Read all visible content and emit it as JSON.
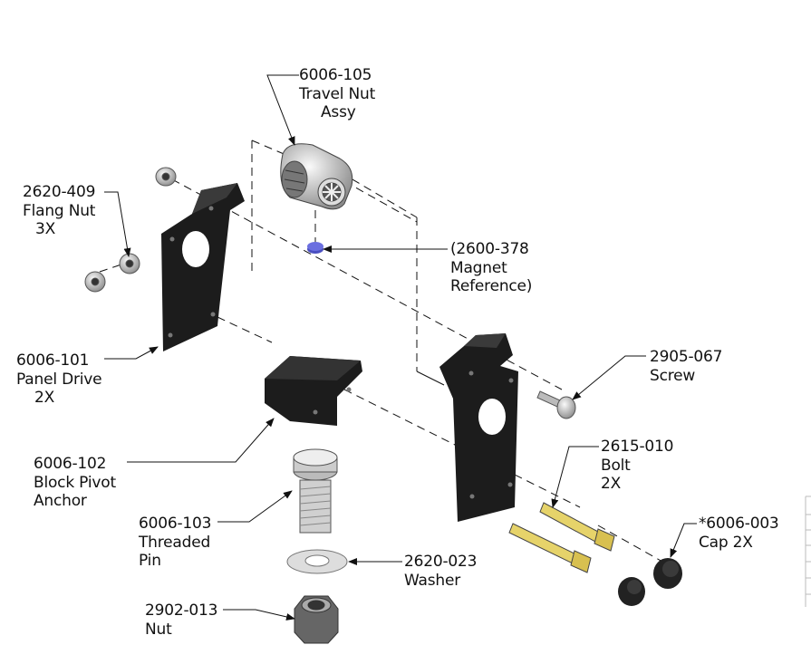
{
  "callouts": {
    "travel_nut": {
      "part": "6006-105",
      "line2": "Travel Nut",
      "line3": "Assy"
    },
    "flange_nut": {
      "part": "2620-409",
      "line2": "Flang Nut",
      "line3": "3X"
    },
    "magnet": {
      "part": "(2600-378",
      "line2": "Magnet",
      "line3": "Reference)"
    },
    "panel_drive": {
      "part": "6006-101",
      "line2": "Panel Drive",
      "line3": "2X"
    },
    "screw": {
      "part": "2905-067",
      "line2": "Screw"
    },
    "bolt": {
      "part": "2615-010",
      "line2": "Bolt",
      "line3": "2X"
    },
    "block_pivot": {
      "part": "6006-102",
      "line2": "Block Pivot",
      "line3": "Anchor"
    },
    "threaded_pin": {
      "part": "6006-103",
      "line2": "Threaded",
      "line3": "Pin"
    },
    "cap": {
      "part": "*6006-003",
      "line2": "Cap 2X"
    },
    "washer": {
      "part": "2620-023",
      "line2": "Washer"
    },
    "nut": {
      "part": "2902-013",
      "line2": "Nut"
    }
  },
  "colors": {
    "part_dark": "#1c1c1c",
    "metal": "#c8c8c8",
    "brass": "#e6d36a",
    "magnet": "#6b6fe0",
    "line": "#111111"
  }
}
